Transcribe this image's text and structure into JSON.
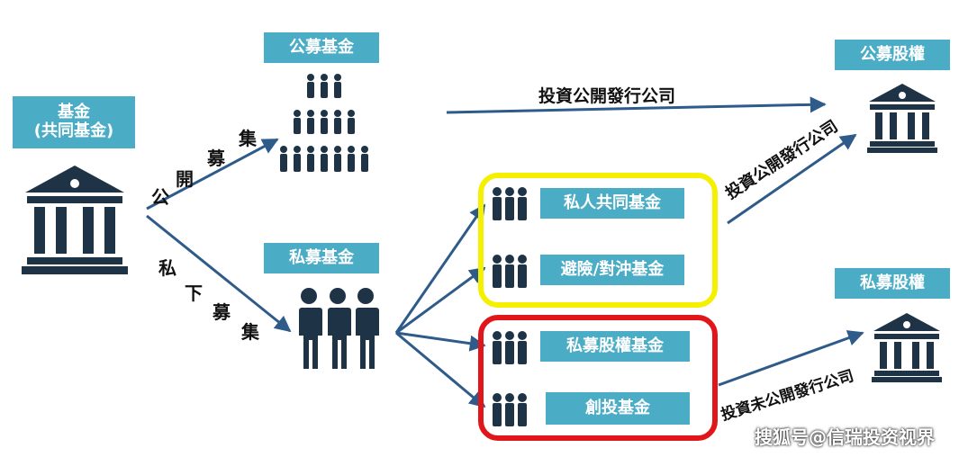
{
  "colors": {
    "box_fill": "#4bacc6",
    "arrow": "#2e5b8a",
    "icon_dark": "#1f3347",
    "frame_yellow": "#f4f000",
    "frame_red": "#e0161b"
  },
  "fund": {
    "line1": "基金",
    "line2": "(共同基金)"
  },
  "public_fund": {
    "label": "公募基金"
  },
  "private_fund": {
    "label": "私募基金"
  },
  "public_raise_chars": [
    "公",
    "開",
    "募",
    "集"
  ],
  "private_raise_chars": [
    "私",
    "下",
    "募",
    "集"
  ],
  "arrow_public_company": "投資公開發行公司",
  "arrow_diag_public": "投資公開發行公司",
  "arrow_unlisted": "投資未公開發行公司",
  "public_equity": {
    "label": "公募股權"
  },
  "private_equity": {
    "label": "私募股權"
  },
  "yellow_group": {
    "items": [
      "私人共同基金",
      "避險/對沖基金"
    ]
  },
  "red_group": {
    "items": [
      "私募股權基金",
      "創投基金"
    ]
  },
  "watermark": "搜狐号@信瑞投资视界",
  "icons": [
    "bank-icon",
    "crowd-icon",
    "group-icon",
    "people-icon"
  ]
}
